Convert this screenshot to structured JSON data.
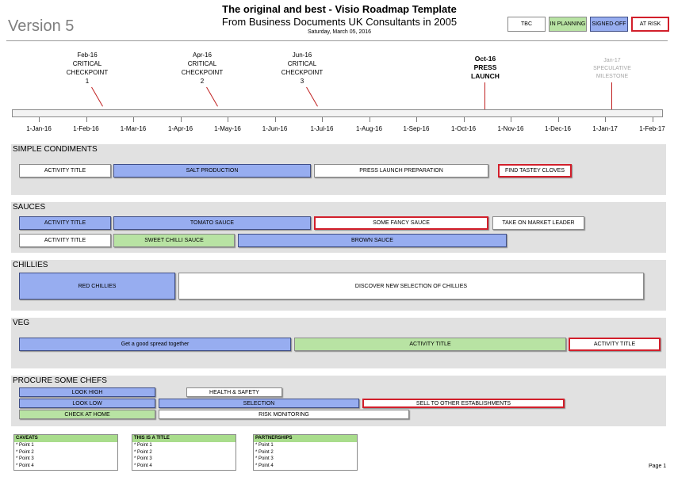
{
  "header": {
    "version": "Version 5",
    "title": "The original and best - Visio Roadmap Template",
    "subtitle": "From Business Documents UK Consultants in 2005",
    "date": "Saturday, March 05, 2016"
  },
  "legend": {
    "tbc": "TBC",
    "in_planning": "IN PLANNING",
    "signed_off": "SIGNED-OFF",
    "at_risk": "AT RISK",
    "colors": {
      "blue": "#97adf0",
      "green": "#b8e3a3",
      "risk": "#d21f2b",
      "lane": "#e1e1e1"
    }
  },
  "timeline": {
    "ticks": [
      "1-Jan-16",
      "1-Feb-16",
      "1-Mar-16",
      "1-Apr-16",
      "1-May-16",
      "1-Jun-16",
      "1-Jul-16",
      "1-Aug-16",
      "1-Sep-16",
      "1-Oct-16",
      "1-Nov-16",
      "1-Dec-16",
      "1-Jan-17",
      "1-Feb-17"
    ]
  },
  "milestones": {
    "m1": {
      "date": "Feb-16",
      "l1": "CRITICAL",
      "l2": "CHECKPOINT",
      "l3": "1"
    },
    "m2": {
      "date": "Apr-16",
      "l1": "CRITICAL",
      "l2": "CHECKPOINT",
      "l3": "2"
    },
    "m3": {
      "date": "Jun-16",
      "l1": "CRITICAL",
      "l2": "CHECKPOINT",
      "l3": "3"
    },
    "m4": {
      "date": "Oct-16",
      "l1": "PRESS",
      "l2": "LAUNCH"
    },
    "m5": {
      "date": "Jan-17",
      "l1": "SPECULATIVE",
      "l2": "MILESTONE"
    }
  },
  "lanes": {
    "condiments": {
      "title": "SIMPLE CONDIMENTS",
      "a1": "ACTIVITY TITLE",
      "a2": "SALT PRODUCTION",
      "a3": "PRESS LAUNCH PREPARATION",
      "a4": "FIND TASTEY CLOVES"
    },
    "sauces": {
      "title": "SAUCES",
      "a1": "ACTIVITY TITLE",
      "a2": "TOMATO SAUCE",
      "a3": "SOME FANCY SAUCE",
      "a4": "TAKE ON MARKET LEADER",
      "b1": "ACTIVITY TITLE",
      "b2": "SWEET CHILLI SAUCE",
      "b3": "BROWN SAUCE"
    },
    "chillies": {
      "title": "CHILLIES",
      "a1": "RED CHILLIES",
      "a2": "DISCOVER NEW SELECTION OF CHILLIES"
    },
    "veg": {
      "title": "VEG",
      "a1": "Get a good spread together",
      "a2": "ACTIVITY TITLE",
      "a3": "ACTIVITY TITLE"
    },
    "chefs": {
      "title": "PROCURE SOME CHEFS",
      "a1": "LOOK HIGH",
      "a2": "HEALTH & SAFETY",
      "b1": "LOOK LOW",
      "b2": "SELECTION",
      "b3": "SELL TO OTHER ESTABLISHMENTS",
      "c1": "CHECK AT HOME",
      "c2": "RISK MONITORING"
    }
  },
  "notes": {
    "n1": {
      "title": "CAVEATS",
      "p1": "* Point 1",
      "p2": "* Point 2",
      "p3": "* Point 3",
      "p4": "* Point 4"
    },
    "n2": {
      "title": "THIS IS A TITLE",
      "p1": "* Point 1",
      "p2": "* Point 2",
      "p3": "* Point 3",
      "p4": "* Point 4"
    },
    "n3": {
      "title": "PARTNERSHIPS",
      "p1": "* Point 1",
      "p2": "* Point 2",
      "p3": "* Point 3",
      "p4": "* Point 4"
    }
  },
  "footer": {
    "page": "Page 1"
  }
}
